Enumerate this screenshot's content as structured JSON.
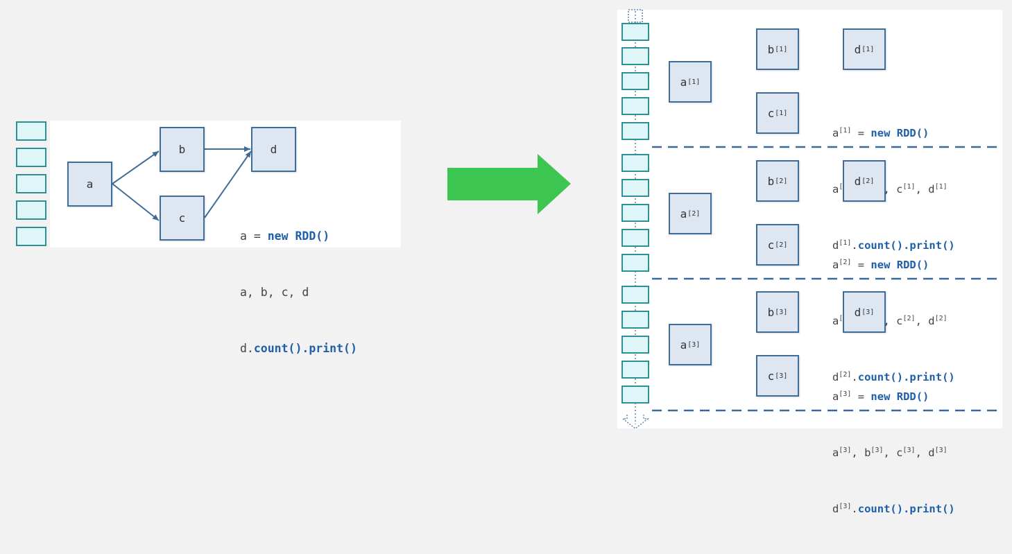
{
  "left": {
    "nodes": {
      "a": "a",
      "b": "b",
      "c": "c",
      "d": "d"
    },
    "code": {
      "line1_var": "a = ",
      "line1_kw": "new RDD()",
      "line2": "a, b, c, d",
      "line3_var": "d.",
      "line3_fn": "count().print()"
    }
  },
  "right": {
    "blocks": [
      {
        "sup": "[1]",
        "a": "a",
        "b": "b",
        "c": "c",
        "d": "d",
        "eq": " = ",
        "kw": "new RDD()",
        "comma": ", ",
        "dot": ".",
        "fn": "count().print()"
      },
      {
        "sup": "[2]",
        "a": "a",
        "b": "b",
        "c": "c",
        "d": "d",
        "eq": " = ",
        "kw": "new RDD()",
        "comma": ", ",
        "dot": ".",
        "fn": "count().print()"
      },
      {
        "sup": "[3]",
        "a": "a",
        "b": "b",
        "c": "c",
        "d": "d",
        "eq": " = ",
        "kw": "new RDD()",
        "comma": ", ",
        "dot": ".",
        "fn": "count().print()"
      }
    ]
  },
  "colors": {
    "arrow": "#3dc552",
    "node_fill": "#dde6f1",
    "node_border": "#3f6d99",
    "queue_fill": "#dff6f8",
    "queue_border": "#2e8f95",
    "keyword": "#1f5fa8",
    "separator": "#3a6a9a"
  }
}
